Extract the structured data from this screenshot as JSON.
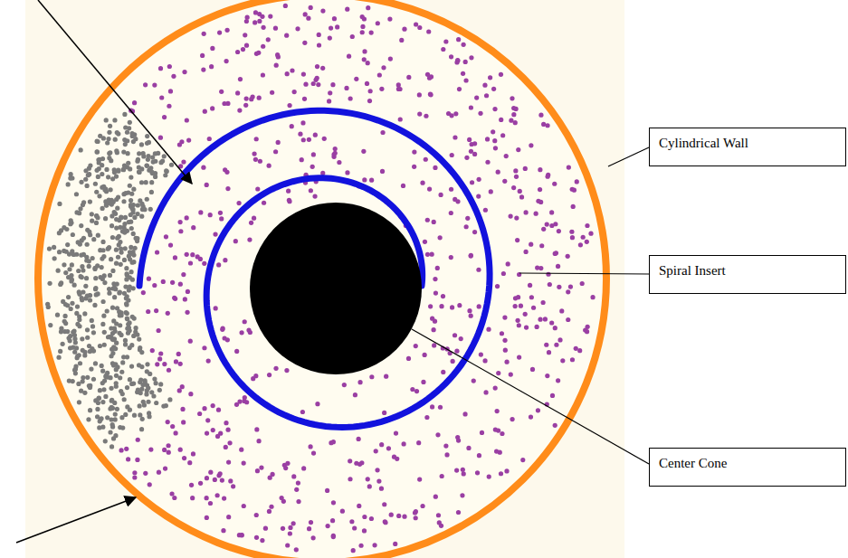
{
  "diagram": {
    "nodes": [
      {
        "text": [
          "Cylindrical Wall"
        ]
      },
      {
        "text": [
          "Spiral Insert"
        ]
      },
      {
        "text": [
          "Center Cone"
        ]
      }
    ]
  }
}
